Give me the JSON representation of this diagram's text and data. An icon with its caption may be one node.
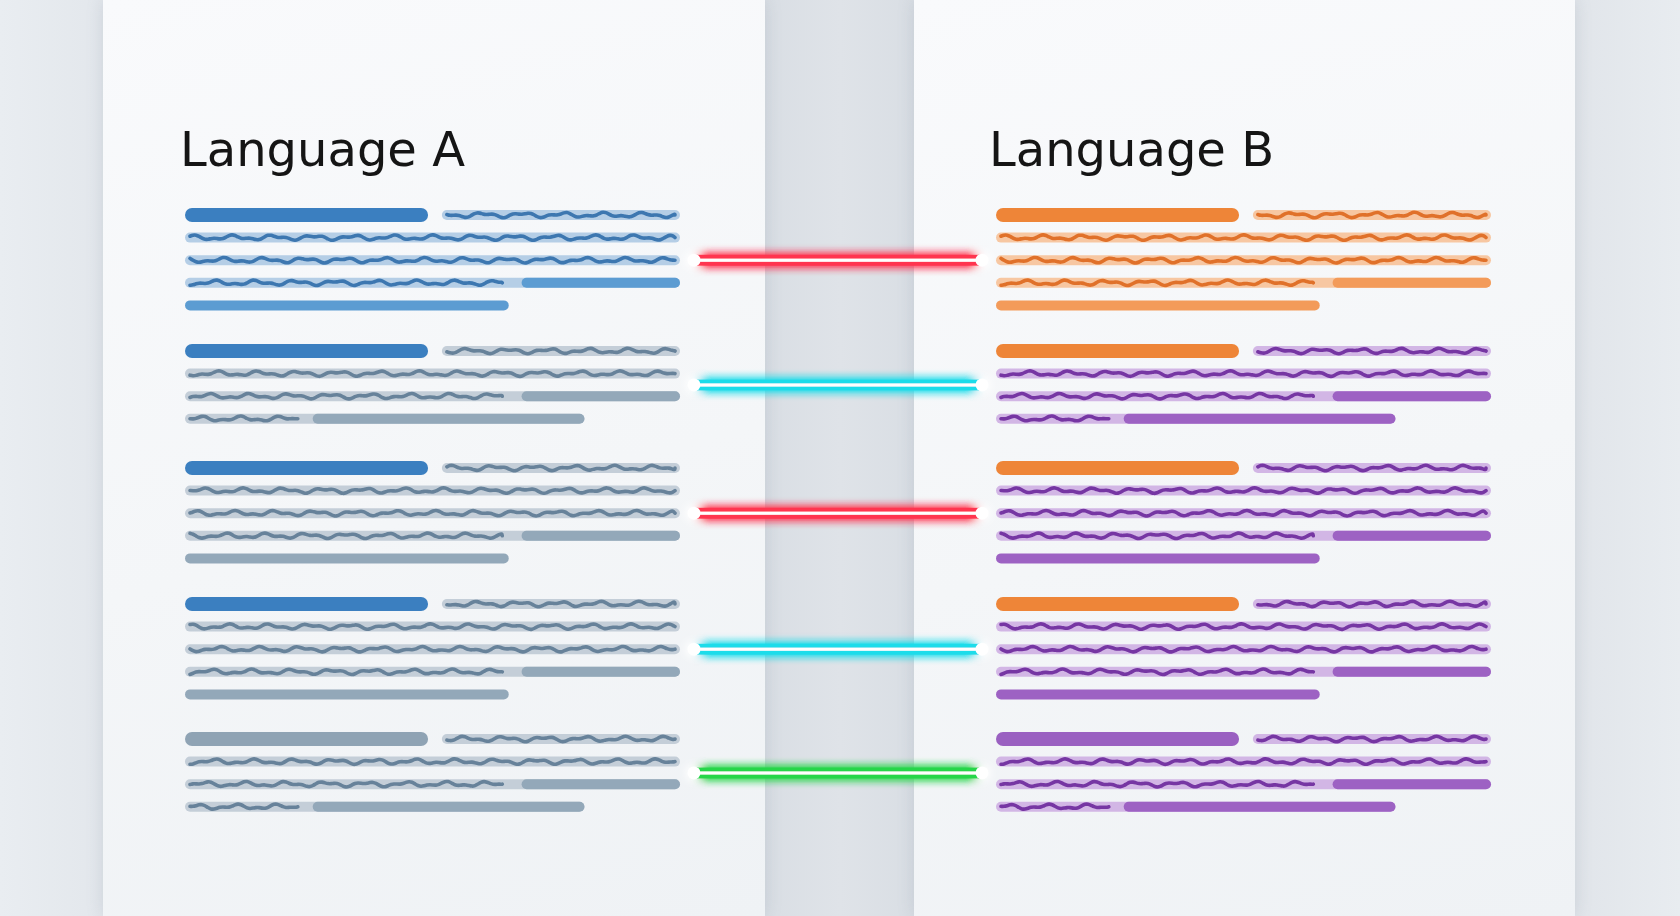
{
  "diagram": {
    "nodes": [
      {
        "text": [
          "Language A"
        ]
      },
      {
        "text": [],
        "shape": "picture",
        "in": 0
      },
      {
        "text": [],
        "shape": "picture",
        "in": 0
      },
      {
        "text": [],
        "shape": "picture",
        "in": 0
      },
      {
        "text": [],
        "shape": "picture",
        "in": 0
      },
      {
        "text": [],
        "shape": "picture",
        "in": 0
      },
      {
        "text": [
          "Language B"
        ]
      },
      {
        "text": [],
        "shape": "picture",
        "in": 6
      },
      {
        "text": [],
        "shape": "picture",
        "in": 6
      },
      {
        "text": [],
        "shape": "picture",
        "in": 6
      },
      {
        "text": [],
        "shape": "picture",
        "in": 6
      },
      {
        "text": [],
        "shape": "picture",
        "in": 6
      }
    ],
    "edges": [
      {
        "from": 1,
        "to": 7,
        "arrow": "other",
        "color": "#ff3450"
      },
      {
        "from": 2,
        "to": 8,
        "arrow": "other",
        "color": "#1fdcea"
      },
      {
        "from": 3,
        "to": 9,
        "arrow": "other",
        "color": "#ff3450"
      },
      {
        "from": 4,
        "to": 10,
        "arrow": "other",
        "color": "#1fdcea"
      },
      {
        "from": 5,
        "to": 11,
        "arrow": "other",
        "color": "#25d64a"
      }
    ]
  }
}
